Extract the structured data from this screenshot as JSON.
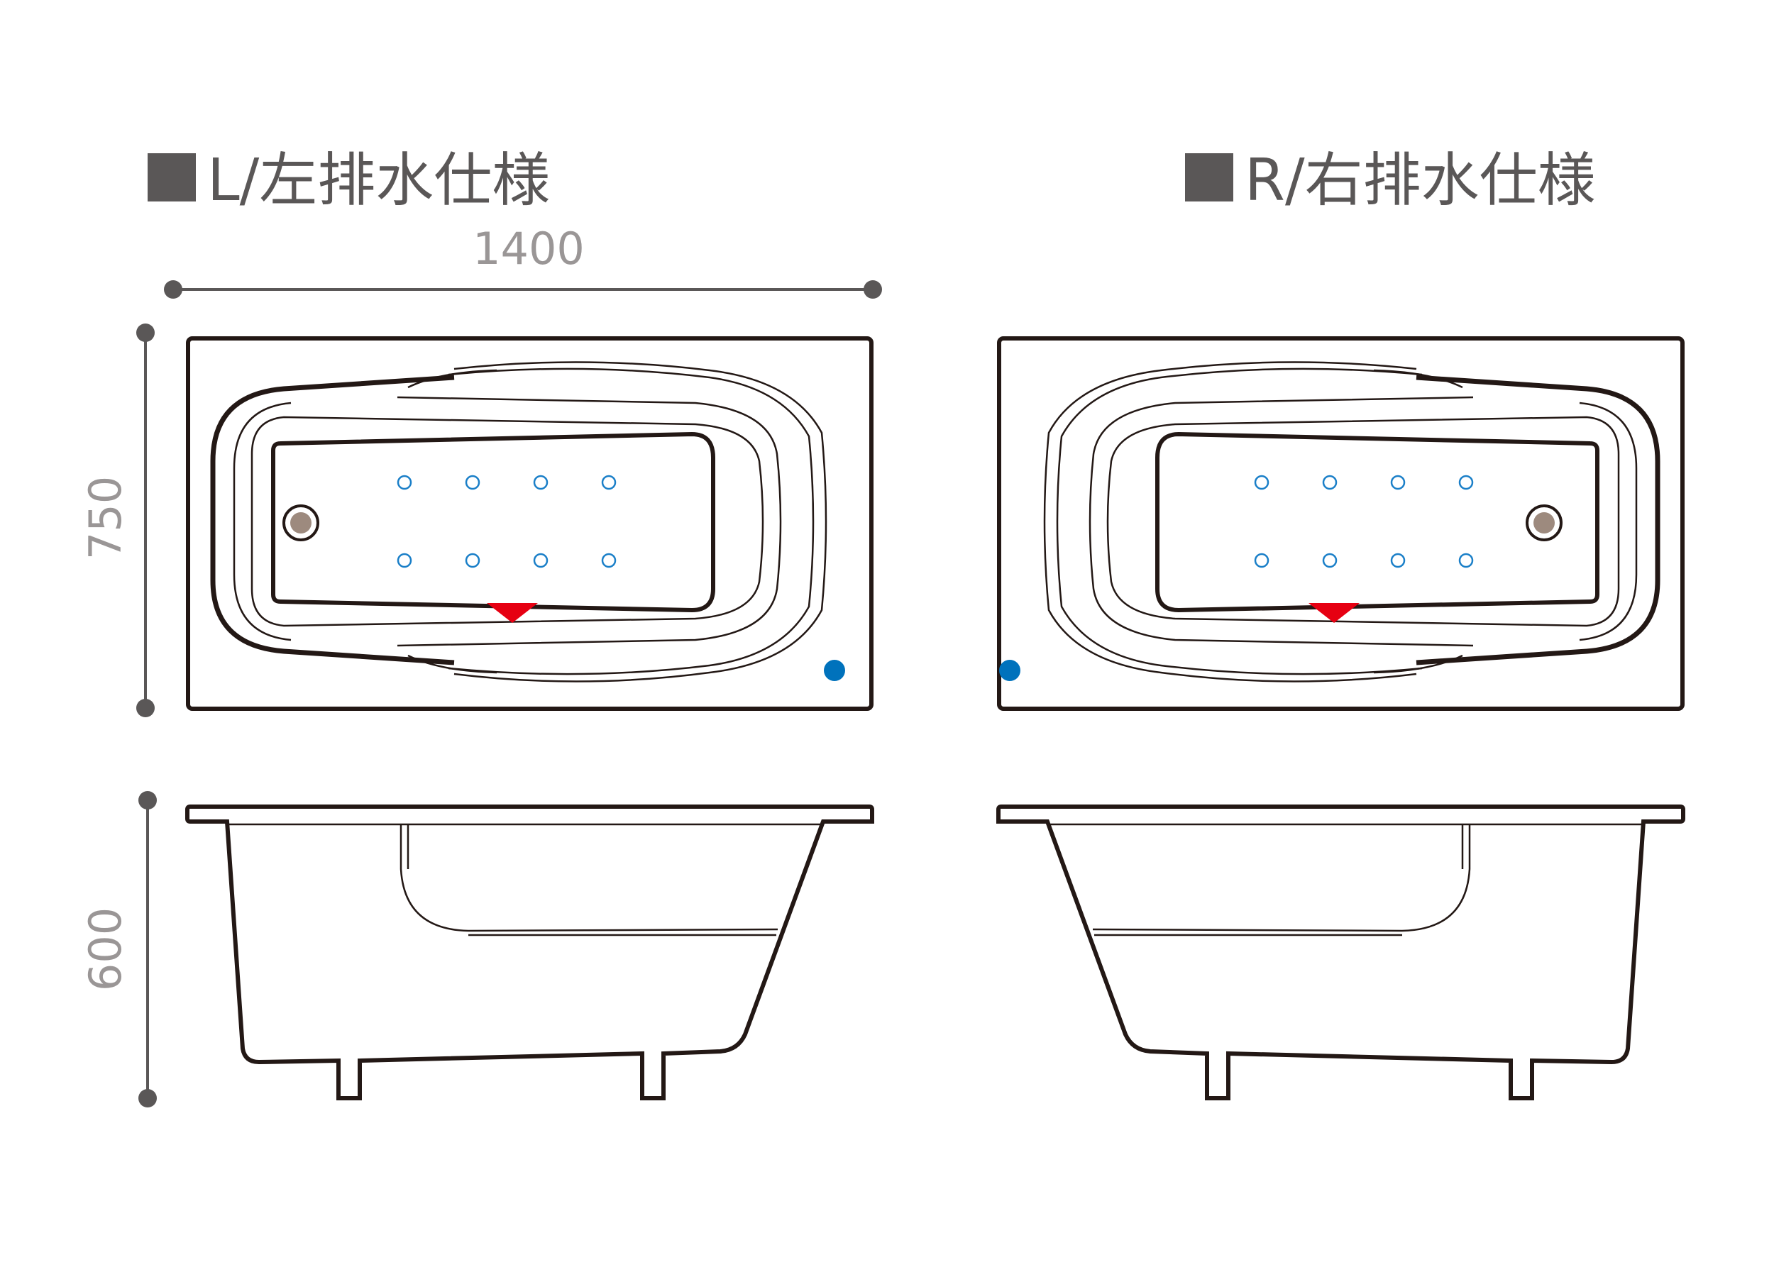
{
  "left_spec": {
    "title": "L/左排水仕様"
  },
  "right_spec": {
    "title": "R/右排水仕様"
  },
  "dimensions": {
    "width": "1400",
    "depth": "750",
    "height": "600"
  },
  "colors": {
    "title": "#5a5757",
    "dimension_text": "#9a9696",
    "outline": "#231815",
    "jet": "#1a7fc8",
    "faucet": "#0072bc",
    "marker": "#e60012",
    "drain": "#9d8a7e"
  }
}
